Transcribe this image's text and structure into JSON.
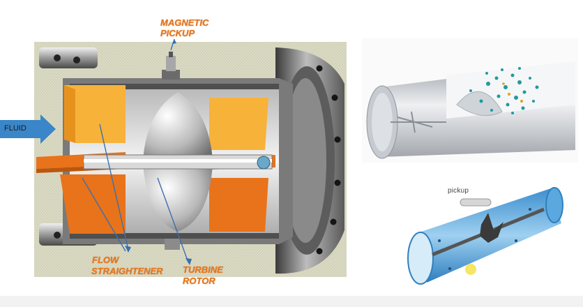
{
  "labels": {
    "magnetic": "MAGNETIC",
    "pickup_main": "PICKUP",
    "fluid": "FLUID",
    "flow": "FLOW",
    "straightener": "STRAIGHTENER",
    "turbine": "TURBINE",
    "rotor": "ROTOR",
    "pickup_small": "pickup"
  },
  "colors": {
    "orange_label": "#e8781e",
    "fluid_arrow": "#3a86c8",
    "leader_lines": "#3a6fb0",
    "straightener_fill": "#f5a623",
    "straightener_dark": "#e8731a",
    "pipe_blue": "#4d9fd8",
    "particle_teal": "#1f9aa0",
    "hatched_bg": "#dcdcc8"
  }
}
